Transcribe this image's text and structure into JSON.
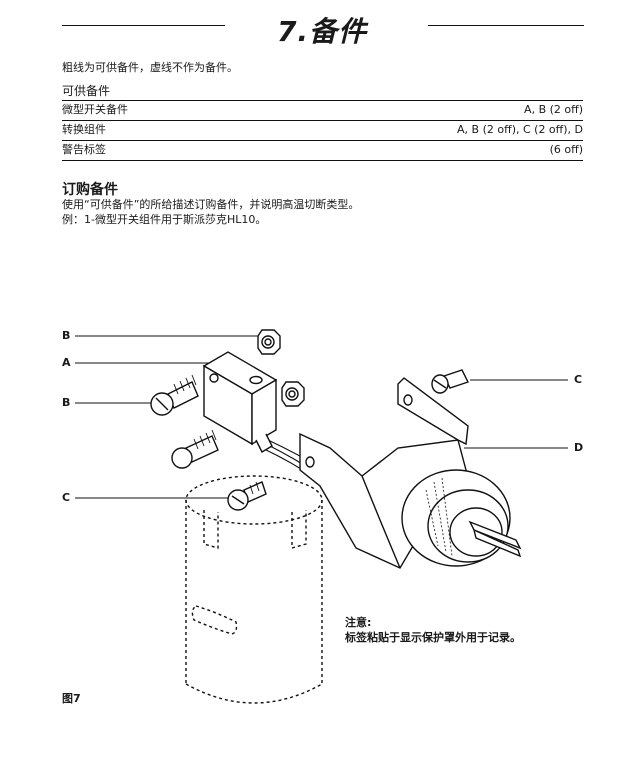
{
  "header": {
    "title": "7.备件"
  },
  "intro": "粗线为可供备件，虚线不作为备件。",
  "parts_heading": "可供备件",
  "parts_table": [
    {
      "name": "微型开关备件",
      "value": "A, B (2 off)"
    },
    {
      "name": "转换组件",
      "value": "A, B (2 off), C (2 off), D"
    },
    {
      "name": "警告标签",
      "value": "(6 off)"
    }
  ],
  "ordering": {
    "heading": "订购备件",
    "line1": "使用“可供备件”的所给描述订购备件，并说明高温切断类型。",
    "line2": "例：1-微型开关组件用于斯派莎克HL10。"
  },
  "figure": {
    "labels": {
      "b_top": "B",
      "a": "A",
      "b_mid": "B",
      "c_left": "C",
      "c_right": "C",
      "d": "D"
    },
    "note_title": "注意:",
    "note_text": "标签粘贴于显示保护罩外用于记录。",
    "caption": "图7"
  }
}
